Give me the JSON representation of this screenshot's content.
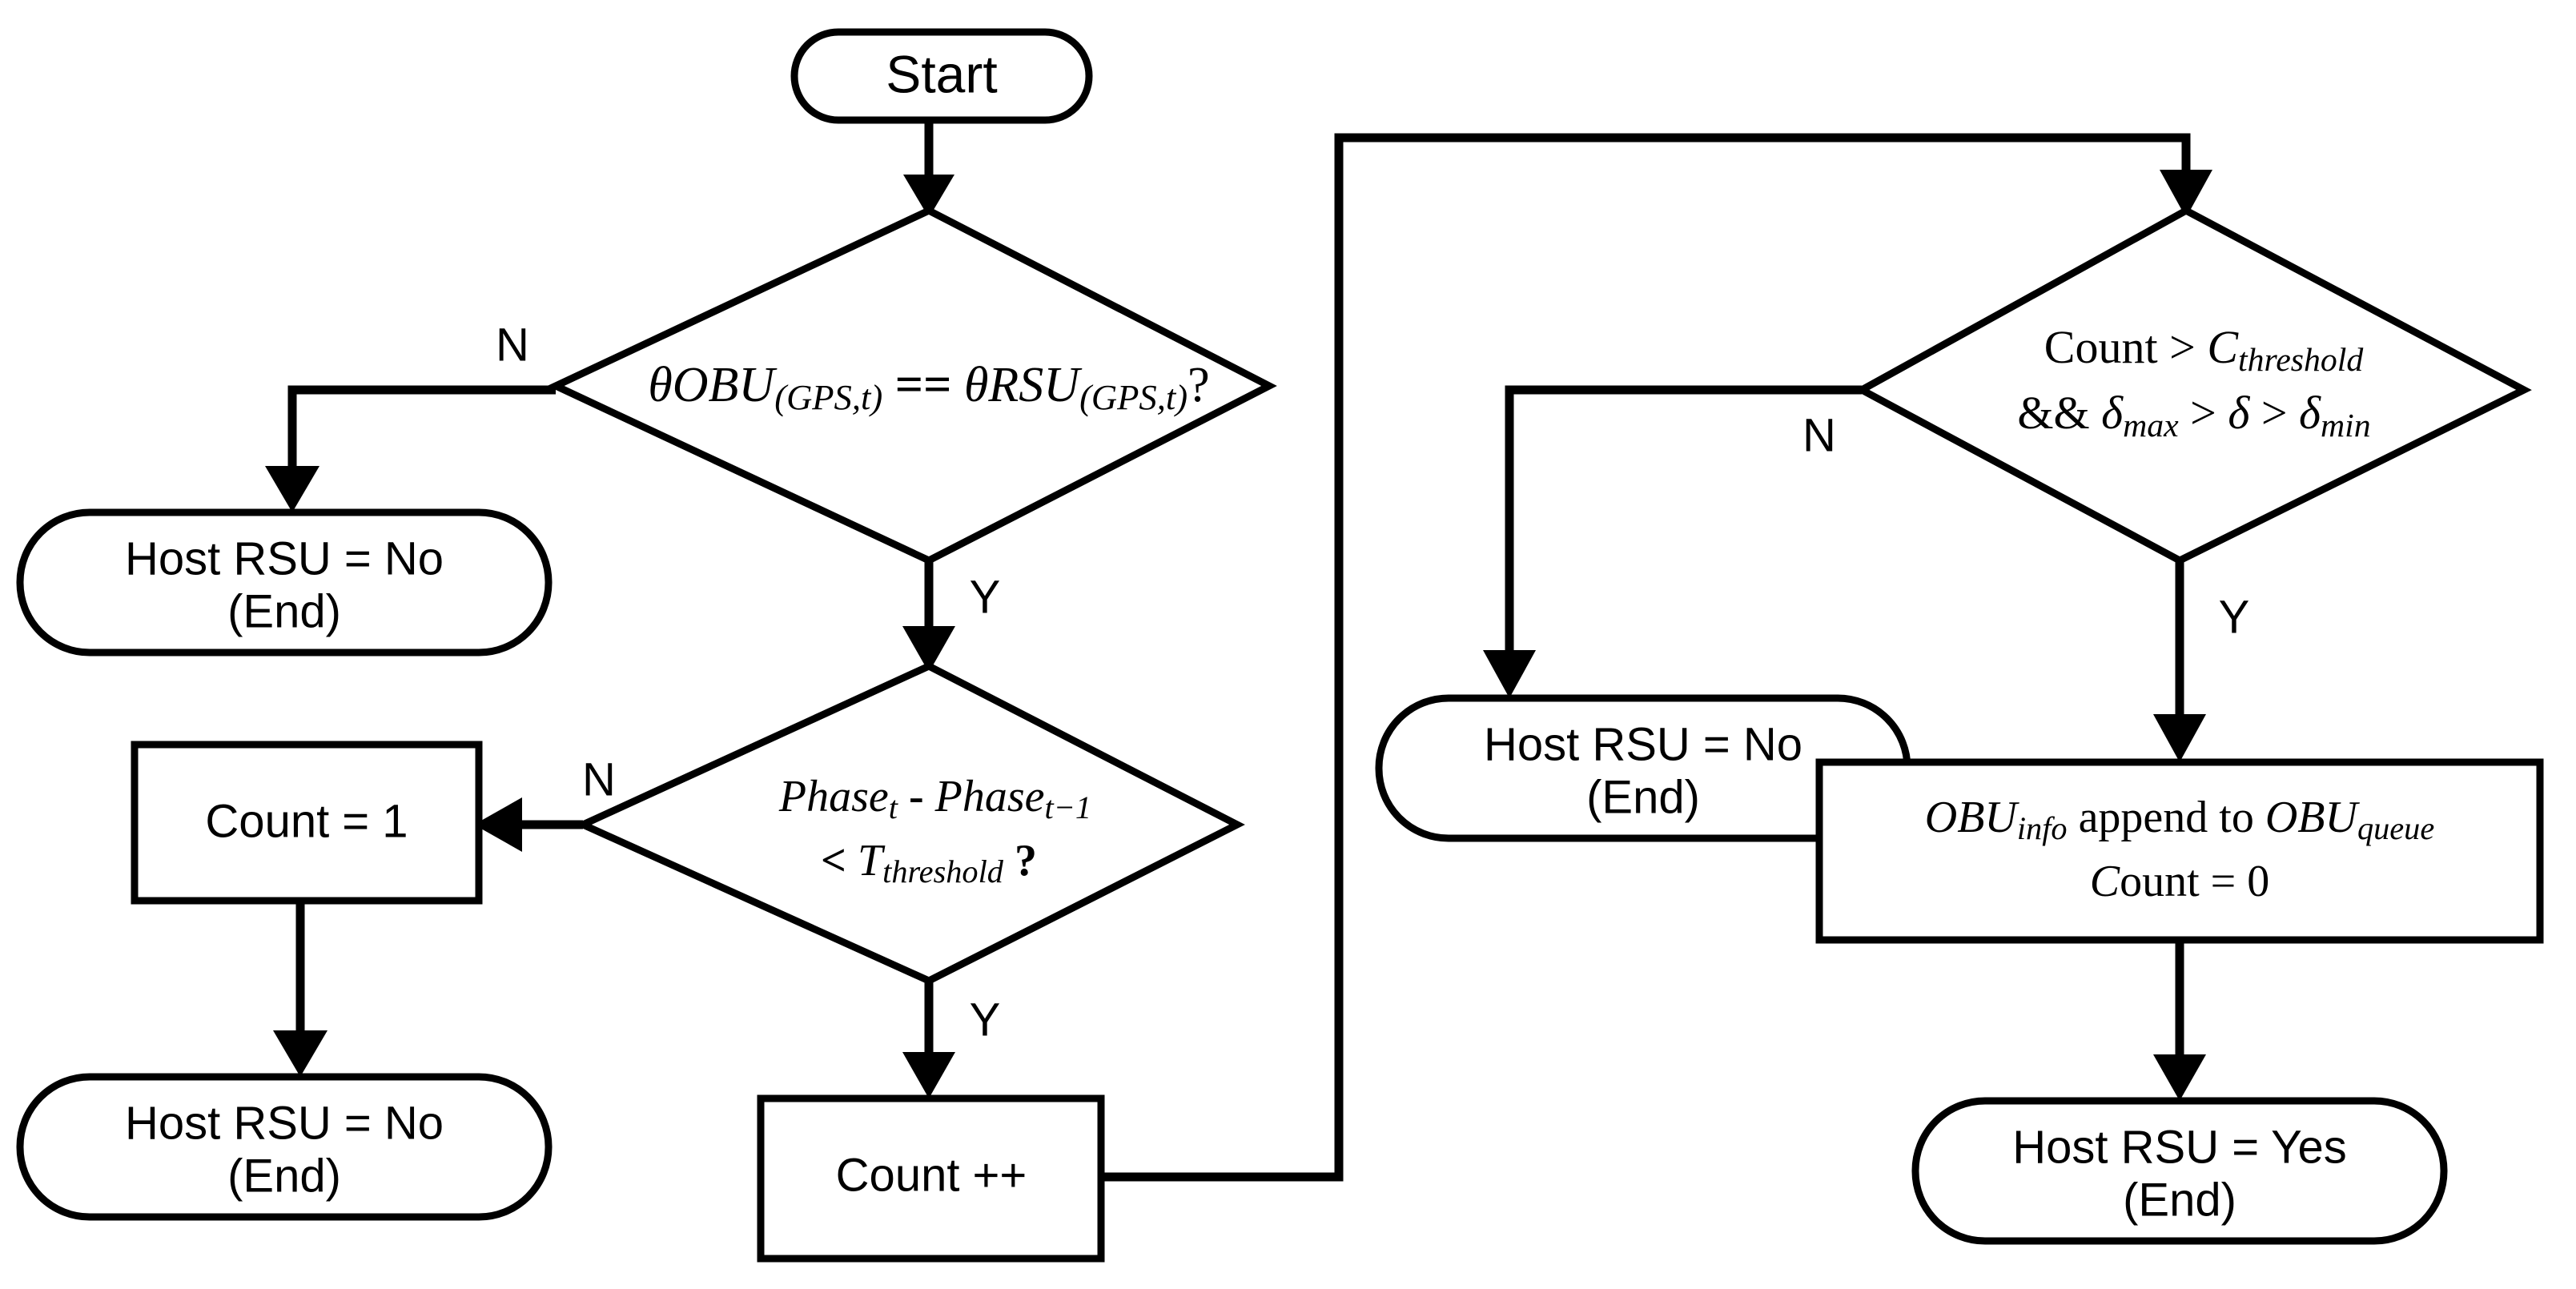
{
  "diagram": {
    "title": "Host RSU selection flowchart",
    "type": "flowchart",
    "colors": {
      "stroke": "#000000",
      "fill": "#ffffff",
      "text": "#000000"
    },
    "nodes": {
      "start": {
        "label": "Start",
        "shape": "terminator"
      },
      "decision_theta": {
        "shape": "decision",
        "text_plain": "θOBU(GPS,t) == θRSU(GPS,t)?",
        "part_a": "θOBU",
        "part_a_sub": "(GPS,t)",
        "operator": "==",
        "part_b": "θRSU",
        "part_b_sub": "(GPS,t)",
        "suffix": "?"
      },
      "host_rsu_no_1": {
        "line1": "Host RSU = No",
        "line2": "(End)",
        "shape": "terminator"
      },
      "decision_phase": {
        "shape": "decision",
        "text_plain": "Phase_t - Phase_{t-1} < T_threshold ?",
        "line1_a": "Phase",
        "line1_a_sub": "t",
        "line1_op": "-",
        "line1_b": "Phase",
        "line1_b_sub": "t−1",
        "line2_op": "<",
        "line2_a": "T",
        "line2_a_sub": "threshold",
        "line2_suffix": "?"
      },
      "count_eq_1": {
        "label": "Count = 1",
        "shape": "process"
      },
      "host_rsu_no_2": {
        "line1": "Host RSU = No",
        "line2": "(End)",
        "shape": "terminator"
      },
      "count_inc": {
        "label": "Count ++",
        "shape": "process"
      },
      "decision_count": {
        "shape": "decision",
        "text_plain": "Count > C_threshold && δ_max > δ > δ_min",
        "line1_a": "Count",
        "line1_op": ">",
        "line1_b": "C",
        "line1_b_sub": "threshold",
        "line2_and": "&&",
        "line2_a": "δ",
        "line2_a_sub": "max",
        "line2_op1": ">",
        "line2_b": "δ",
        "line2_op2": ">",
        "line2_c": "δ",
        "line2_c_sub": "min"
      },
      "host_rsu_no_3": {
        "line1": "Host RSU = No",
        "line2": "(End)",
        "shape": "terminator"
      },
      "obu_append": {
        "shape": "process",
        "line1_a": "OBU",
        "line1_a_sub": "info",
        "line1_mid": "append to",
        "line1_b": "OBU",
        "line1_b_sub": "queue",
        "line2_a": "C",
        "line2_rest": "ount = 0",
        "text_plain": "OBU_info append to OBU_queue / Count = 0"
      },
      "host_rsu_yes": {
        "line1": "Host RSU = Yes",
        "line2": "(End)",
        "shape": "terminator"
      }
    },
    "branch_labels": {
      "theta_no": "N",
      "theta_yes": "Y",
      "phase_no": "N",
      "phase_yes": "Y",
      "count_no": "N",
      "count_yes": "Y"
    }
  }
}
